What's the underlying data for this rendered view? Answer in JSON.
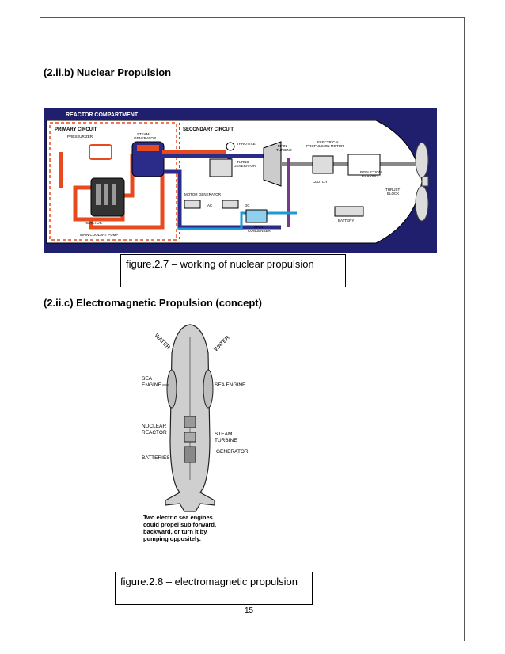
{
  "sections": [
    {
      "heading": "(2.ii.b)  Nuclear Propulsion"
    },
    {
      "heading": "(2.ii.c)  Electromagnetic Propulsion (concept)"
    }
  ],
  "figure_nuclear": {
    "caption": "figure.2.7 – working of nuclear propulsion",
    "labels": {
      "compartment": "REACTOR COMPARTMENT",
      "primary": "PRIMARY CIRCUIT",
      "secondary": "SECONDARY CIRCUIT",
      "pressurizer": "PRESSURIZER",
      "steam_gen": [
        "STEAM",
        "GENERATOR"
      ],
      "reactor": "REACTOR",
      "coolant_pump": "MAIN COOLANT PUMP",
      "throttle": "THROTTLE",
      "turbo_gen": [
        "TURBO",
        "GENERATOR"
      ],
      "main_turbine": [
        "MAIN",
        "TURBINE"
      ],
      "motor_gen": "MOTOR GENERATOR",
      "ac": "AC",
      "dc": "DC",
      "main_condenser": [
        "MAIN",
        "CONDENSER"
      ],
      "elec_motor": [
        "ELECTRICAL",
        "PROPULSION MOTOR"
      ],
      "clutch": "CLUTCH",
      "battery": "BATTERY",
      "reduction": [
        "REDUCTION",
        "GEARING"
      ],
      "thrust": [
        "THRUST",
        "BLOCK"
      ]
    },
    "colors": {
      "background": "#1f1f6e",
      "hull": "#ffffff",
      "primary_loop": "#e84a1f",
      "secondary_loop": "#2b2b8a",
      "condenser_loop": "#1a9ad6",
      "shaft": "#7a3a8a"
    }
  },
  "figure_em": {
    "caption": "figure.2.8 – electromagnetic propulsion",
    "labels": {
      "water_left": "WATER",
      "water_right": "WATER",
      "sea_engine_left": [
        "SEA",
        "ENGINE"
      ],
      "sea_engine_right": "SEA ENGINE",
      "nuclear_reactor": [
        "NUCLEAR",
        "REACTOR"
      ],
      "steam_turbine": [
        "STEAM",
        "TURBINE"
      ],
      "generator": "GENERATOR",
      "batteries": "BATTERIES",
      "note": [
        "Two electric sea engines",
        "could propel sub forward,",
        "backward, or turn it by",
        "pumping oppositely."
      ]
    }
  },
  "page_number": "15"
}
